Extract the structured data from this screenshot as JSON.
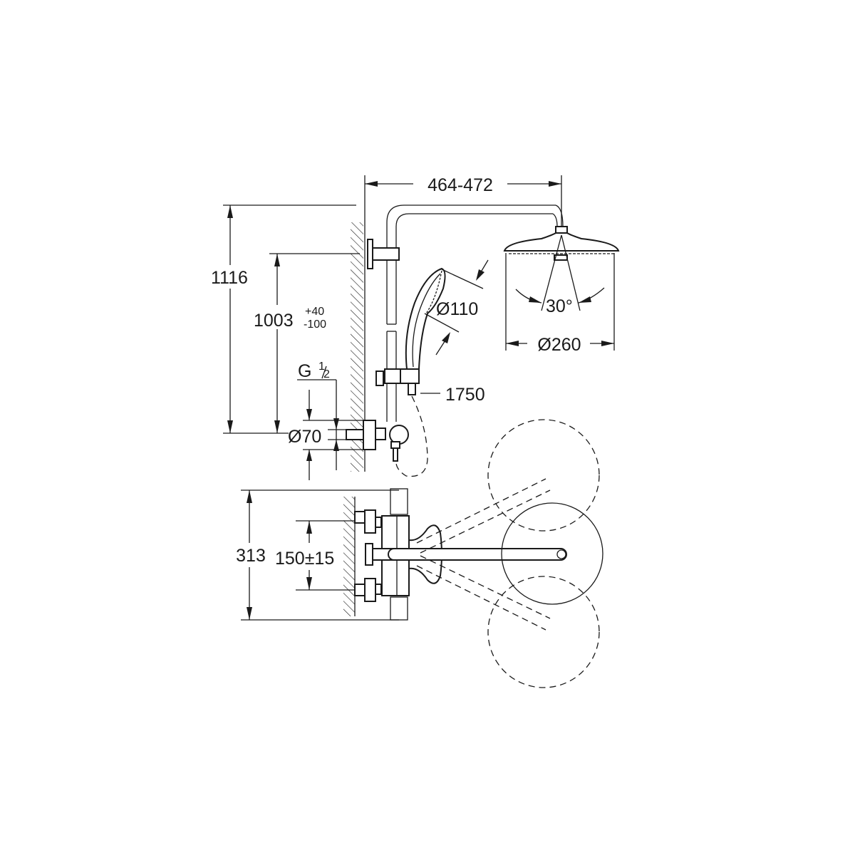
{
  "drawing": {
    "colors": {
      "line": "#1a1a1a",
      "background": "#ffffff"
    },
    "dimensions": {
      "arm_length": "464-472",
      "total_height": "1116",
      "rail_height": "1003",
      "rail_tol_plus": "+40",
      "rail_tol_minus": "-100",
      "hand_shower_dia": "Ø110",
      "head_angle": "30°",
      "head_dia": "Ø260",
      "thread_g": "G",
      "thread_num": "1",
      "thread_den": "2",
      "hose_length": "1750",
      "escutcheon_dia": "Ø70",
      "mixer_depth": "313",
      "inlet_spacing": "150±15"
    }
  }
}
